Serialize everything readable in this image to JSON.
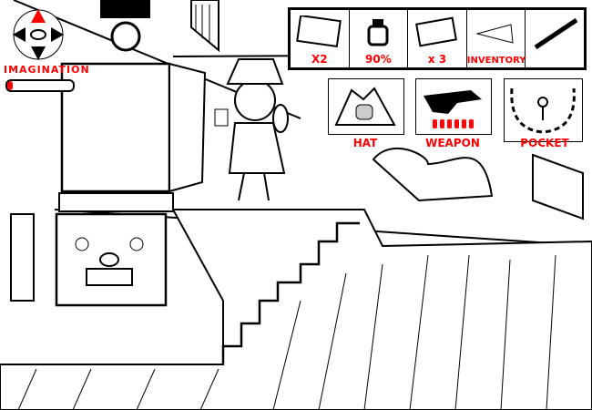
{
  "hud": {
    "imagination_label": "IMAGINATION",
    "imagination_level": 0.08,
    "accent": "#ff0000"
  },
  "inventory": {
    "slots": [
      {
        "name": "photo",
        "label": "X2"
      },
      {
        "name": "ink-bottle",
        "label": "90%"
      },
      {
        "name": "cards",
        "label": "x 3"
      },
      {
        "name": "cone",
        "label": "INVENTORY"
      },
      {
        "name": "pencil",
        "label": ""
      }
    ]
  },
  "equipment": {
    "hat": "HAT",
    "weapon": "WEAPON",
    "pocket": "POCKET",
    "ammo": 6
  }
}
